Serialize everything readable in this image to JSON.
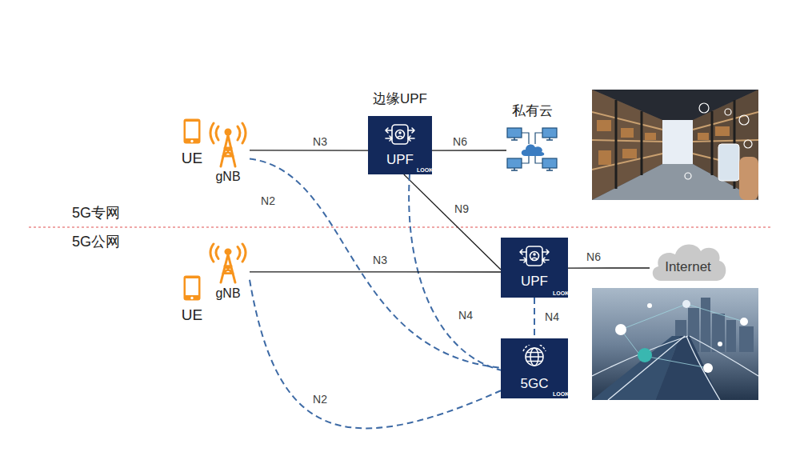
{
  "diagram": {
    "nodes": [
      {
        "text": [
          "UE"
        ]
      },
      {
        "text": [
          "gNB"
        ]
      },
      {
        "text": [
          "边缘UPF",
          "UPF"
        ]
      },
      {
        "text": [
          "私有云"
        ]
      },
      {
        "text": [
          "UE"
        ]
      },
      {
        "text": [
          "gNB"
        ]
      },
      {
        "text": [
          "UPF"
        ]
      },
      {
        "text": [
          "Internet"
        ]
      },
      {
        "text": [
          "5GC"
        ]
      }
    ],
    "edges": [
      {
        "from": 1,
        "to": 2,
        "label": "N3",
        "arrow": "none"
      },
      {
        "from": 2,
        "to": 3,
        "label": "N6",
        "arrow": "none"
      },
      {
        "from": 2,
        "to": 6,
        "label": "N9",
        "arrow": "none"
      },
      {
        "from": 1,
        "to": 8,
        "label": "N2",
        "arrow": "none"
      },
      {
        "from": 2,
        "to": 8,
        "label": "N4",
        "arrow": "none"
      },
      {
        "from": 5,
        "to": 6,
        "label": "N3",
        "arrow": "none"
      },
      {
        "from": 6,
        "to": 7,
        "label": "N6",
        "arrow": "none"
      },
      {
        "from": 6,
        "to": 8,
        "label": "N4",
        "arrow": "none"
      },
      {
        "from": 5,
        "to": 8,
        "label": "N2",
        "arrow": "none"
      }
    ],
    "labels": [
      "5G专网",
      "5G公网",
      "LOOK",
      "LOOK",
      "LOOK"
    ]
  }
}
